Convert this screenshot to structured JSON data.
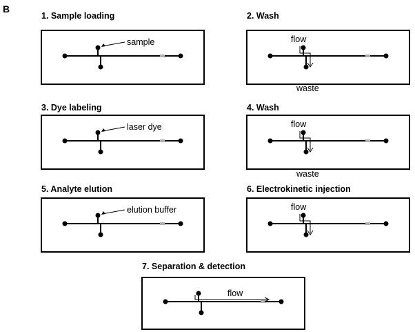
{
  "figure_label": "B",
  "panels": [
    {
      "title": "1. Sample loading",
      "annotation": "sample",
      "mode": "inlet_arrow"
    },
    {
      "title": "2. Wash",
      "annotation": "flow",
      "below": "waste",
      "mode": "flow_down"
    },
    {
      "title": "3. Dye labeling",
      "annotation": "laser dye",
      "mode": "inlet_arrow"
    },
    {
      "title": "4. Wash",
      "annotation": "flow",
      "below": "waste",
      "mode": "flow_down"
    },
    {
      "title": "5. Analyte elution",
      "annotation": "elution buffer",
      "mode": "inlet_arrow"
    },
    {
      "title": "6. Electrokinetic injection",
      "annotation": "flow",
      "mode": "flow_down"
    },
    {
      "title": "7. Separation & detection",
      "annotation": "flow",
      "mode": "flow_right"
    }
  ],
  "colors": {
    "line": "#000000",
    "detector": "#b0b0b0"
  }
}
